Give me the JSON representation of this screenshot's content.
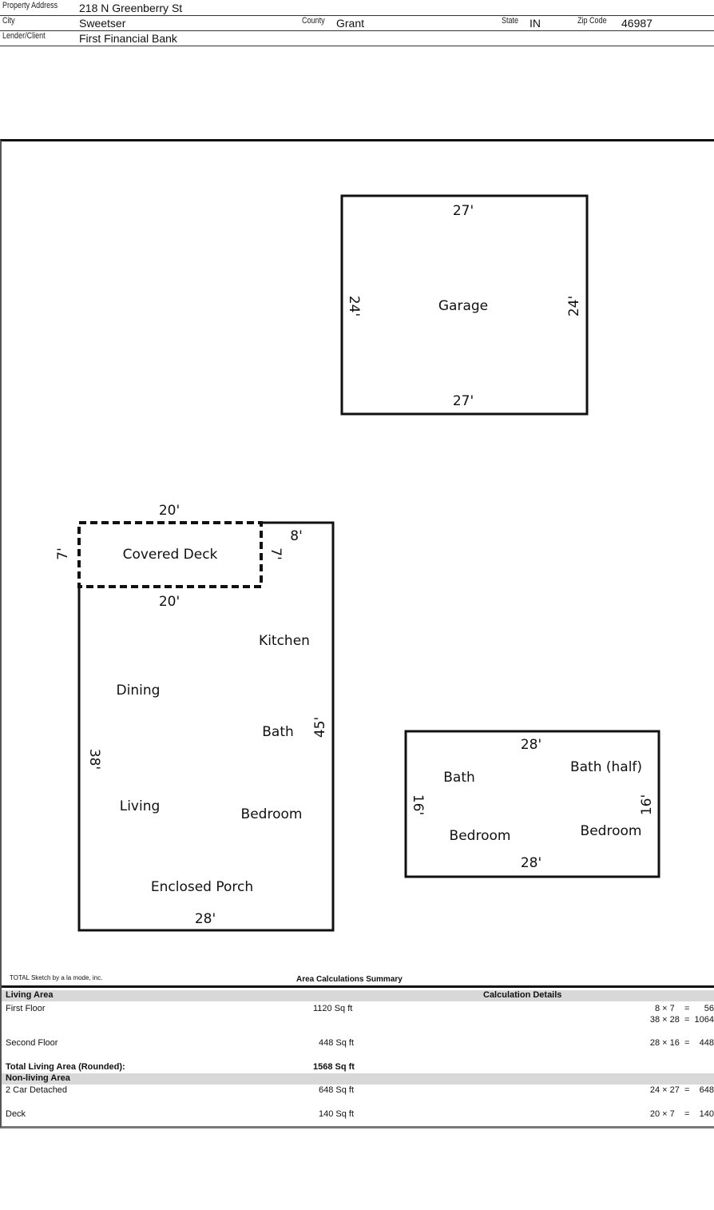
{
  "header": {
    "property_address_label": "Property Address",
    "property_address": "218 N Greenberry St",
    "city_label": "City",
    "city": "Sweetser",
    "county_label": "County",
    "county": "Grant",
    "state_label": "State",
    "state": "IN",
    "zip_label": "Zip Code",
    "zip": "46987",
    "lender_label": "Lender/Client",
    "lender": "First Financial Bank"
  },
  "sketch": {
    "garage": {
      "label": "Garage",
      "top": "27'",
      "bottom": "27'",
      "left": "24'",
      "right": "24'"
    },
    "deck": {
      "label": "Covered Deck",
      "top": "20'",
      "bottom": "20'",
      "left": "7'",
      "right": "7'"
    },
    "first_floor": {
      "notch": "8'",
      "right": "45'",
      "left": "38'",
      "bottom": "28'",
      "rooms": [
        "Kitchen",
        "Dining",
        "Bath",
        "Living",
        "Bedroom",
        "Enclosed Porch"
      ]
    },
    "second_floor": {
      "top": "28'",
      "bottom": "28'",
      "left": "16'",
      "right": "16'",
      "rooms": [
        "Bath",
        "Bath (half)",
        "Bedroom",
        "Bedroom"
      ]
    }
  },
  "summary": {
    "credit": "TOTAL Sketch by a la mode, inc.",
    "title": "Area Calculations Summary",
    "living_header": "Living Area",
    "details_header": "Calculation Details",
    "first_floor": {
      "name": "First Floor",
      "area": "1120 Sq ft",
      "calc1": "8 × 7    =      56",
      "calc2": "38 × 28  =  1064"
    },
    "second_floor": {
      "name": "Second Floor",
      "area": "448 Sq ft",
      "calc": "28 × 16  =    448"
    },
    "total": {
      "name": "Total Living Area (Rounded):",
      "area": "1568 Sq ft"
    },
    "nonliving_header": "Non-living Area",
    "garage": {
      "name": "2 Car Detached",
      "area": "648 Sq ft",
      "calc": "24 × 27  =    648"
    },
    "deck": {
      "name": "Deck",
      "area": "140 Sq ft",
      "calc": "20 × 7    =    140"
    }
  }
}
